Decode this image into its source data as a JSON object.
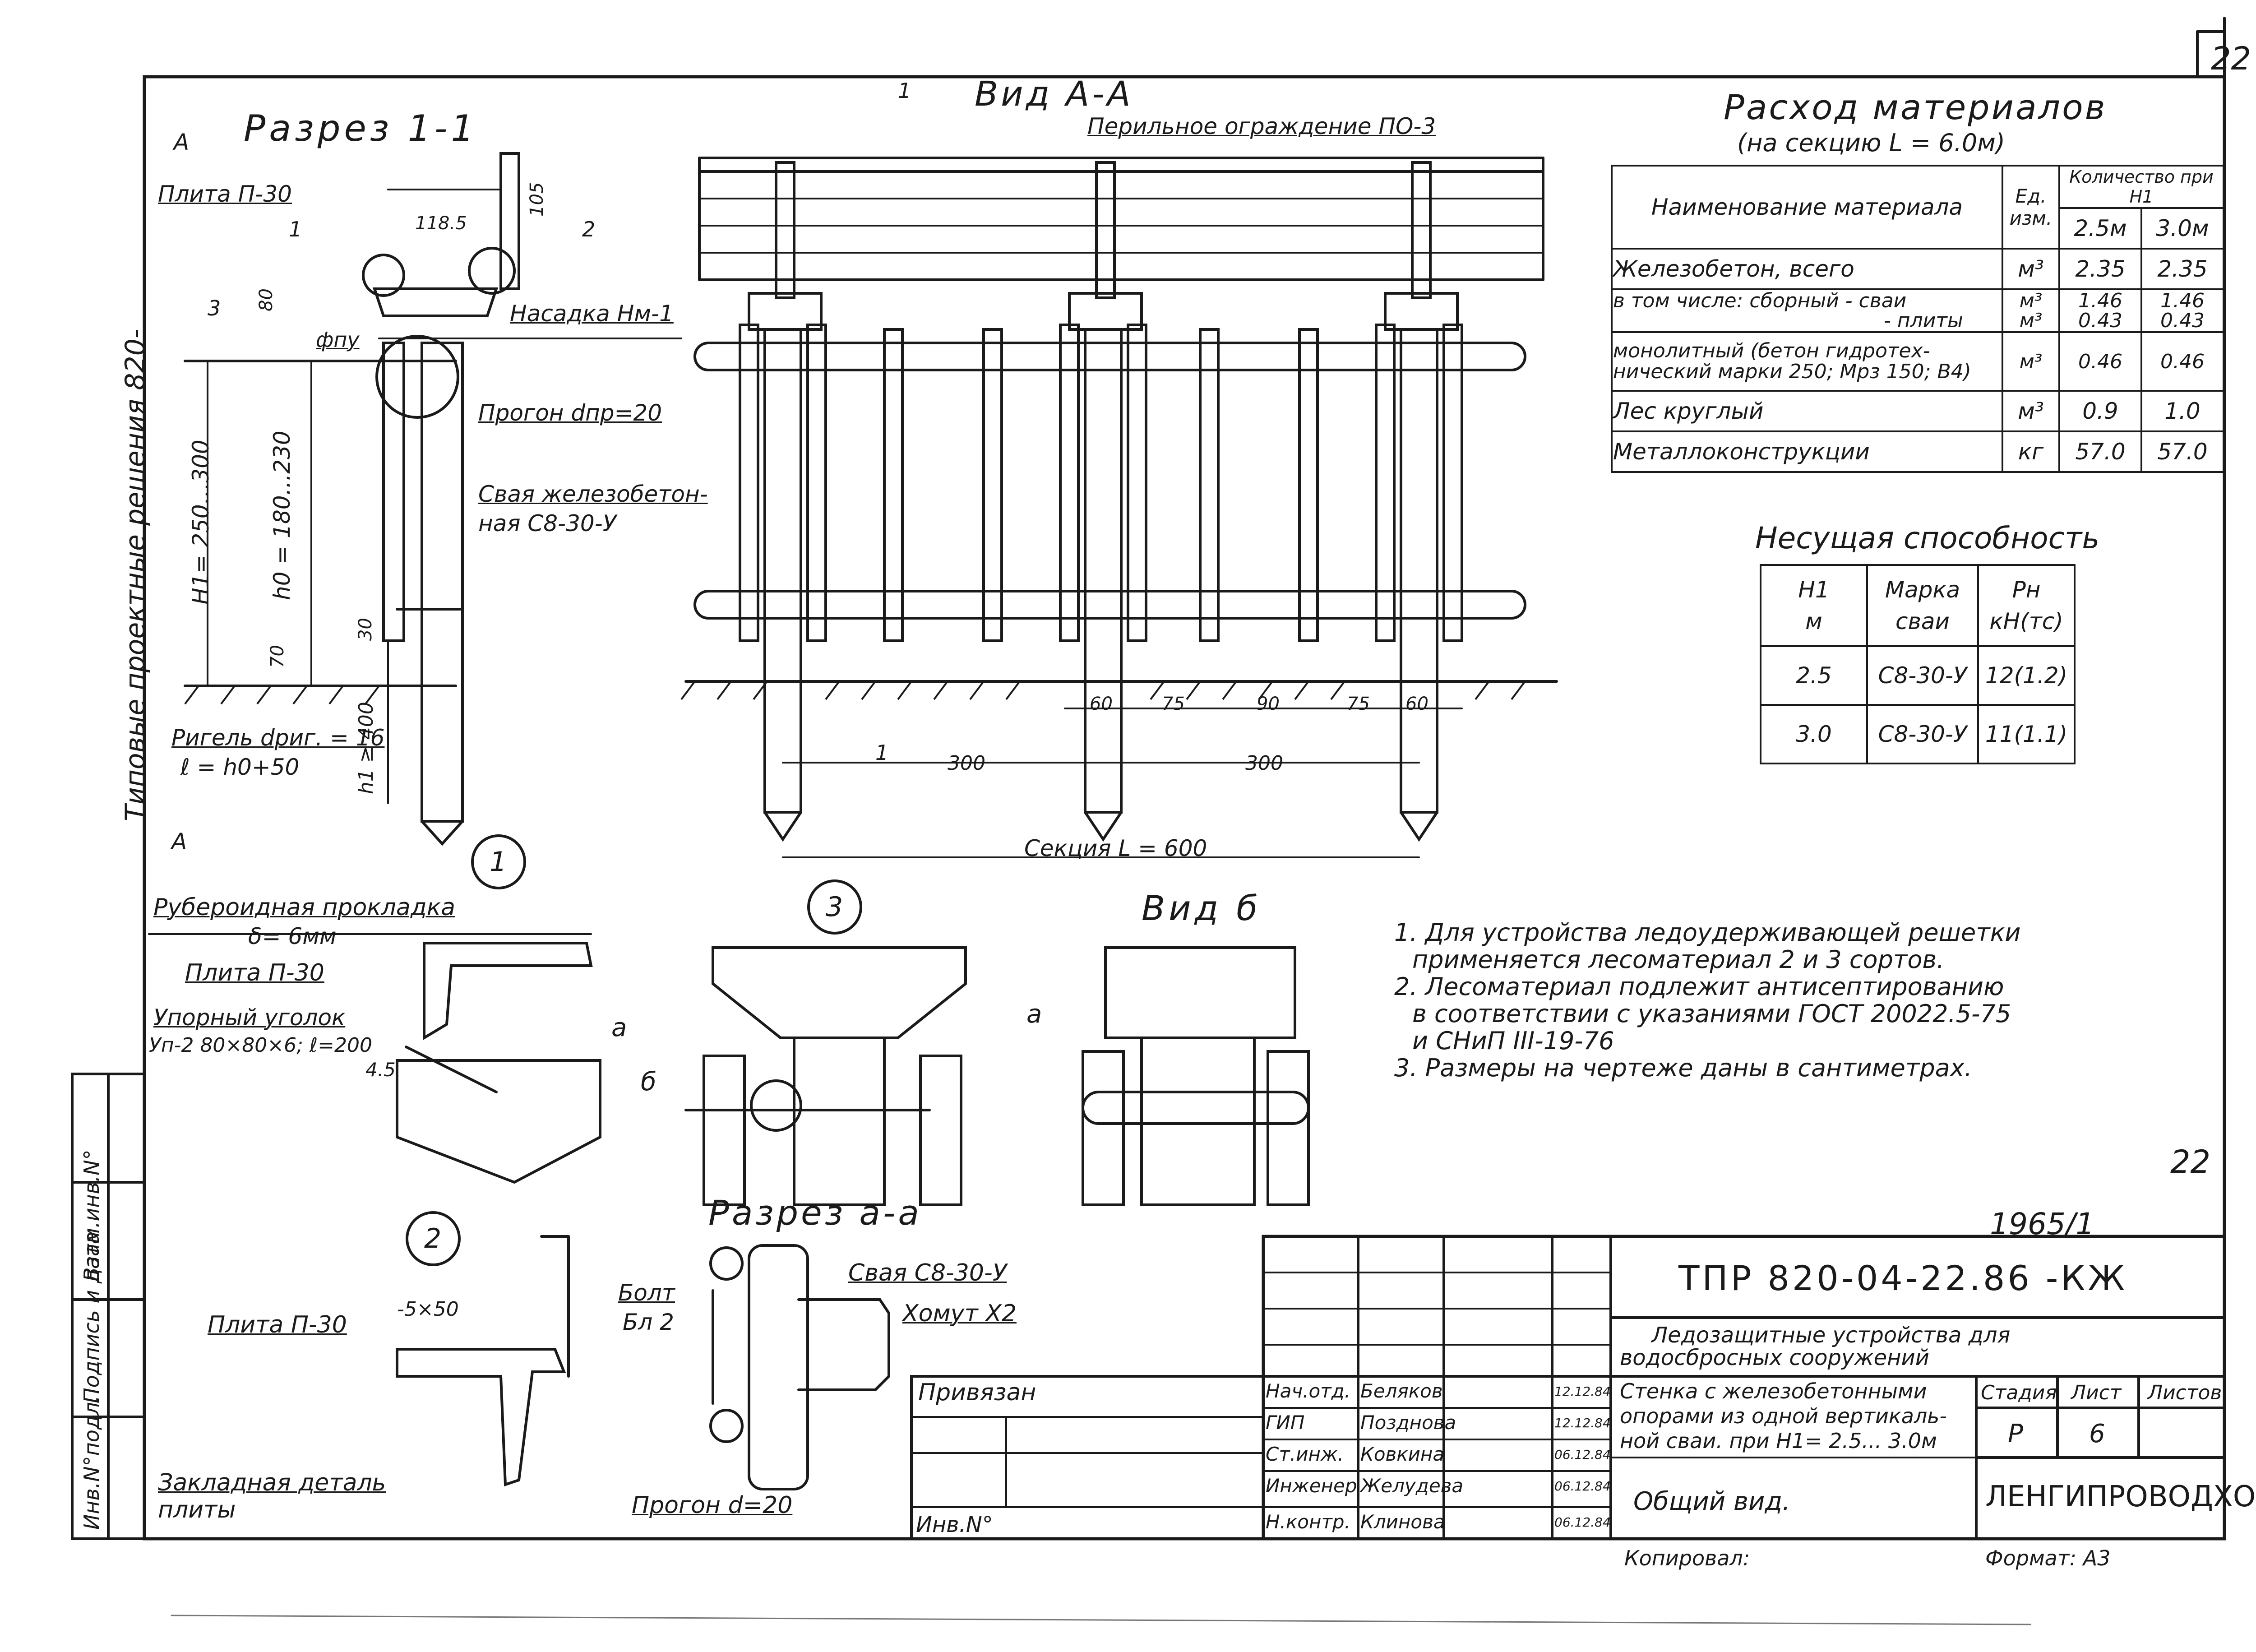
{
  "sheet_number_corner": "22",
  "sheet_number_mid": "22",
  "side_title": "Типовые проектные решения 820-",
  "side_columns": [
    "Инв.N°подл.",
    "Подпись и дата",
    "Взам.инв.N°"
  ],
  "section_1_1": {
    "title": "Разрез 1-1",
    "marker_a": "A",
    "dims": [
      "118.5",
      "105",
      "80",
      "300",
      "230",
      "70",
      "30",
      "400"
    ],
    "h1": "H1= 250...300",
    "h0": "h0 = 180...230",
    "h1_depth": "h1 ≥ 400",
    "num_1": "1",
    "num_2": "2",
    "num_3": "3",
    "labels": {
      "plate": "Плита П-30",
      "cap": "Насадка Нм-1",
      "phi": "фпу",
      "purlin": "Прогон dпр=20",
      "pile": "Свая железобетон-",
      "pile2": "ная С8-30-У",
      "crossbar": "Ригель dриг. = 16",
      "crossbar_len": "ℓ = h0+50"
    }
  },
  "view_aa": {
    "title": "Вид А-А",
    "railing": "Перильное ограждение ПО-3",
    "section_mark": "1",
    "dims": [
      "60",
      "75",
      "90",
      "75",
      "60"
    ],
    "spans": [
      "300",
      "300"
    ],
    "section_len": "Секция L = 600"
  },
  "materials": {
    "title": "Расход материалов",
    "subtitle": "(на секцию L = 6.0м)",
    "header": {
      "name": "Наименование материала",
      "unit": "Ед. изм.",
      "qty": "Количество при H1",
      "h25": "2.5м",
      "h30": "3.0м"
    },
    "rows": [
      {
        "name": "Железобетон, всего",
        "unit": "м³",
        "v1": "2.35",
        "v2": "2.35"
      },
      {
        "name": "в том числе: сборный - сваи",
        "name2": "- плиты",
        "unit": "м³",
        "unit2": "м³",
        "v1": "1.46",
        "v1b": "0.43",
        "v2": "1.46",
        "v2b": "0.43"
      },
      {
        "name": "монолитный (бетон гидротех-",
        "name2": "нический марки 250; Мрз 150; В4)",
        "unit": "м³",
        "v1": "0.46",
        "v2": "0.46"
      },
      {
        "name": "Лес круглый",
        "unit": "м³",
        "v1": "0.9",
        "v2": "1.0"
      },
      {
        "name": "Металлоконструкции",
        "unit": "кг",
        "v1": "57.0",
        "v2": "57.0"
      }
    ]
  },
  "capacity": {
    "title": "Несущая способность",
    "header": {
      "h": "H1",
      "h_unit": "м",
      "mark": "Марка",
      "mark2": "сваи",
      "p": "Pн",
      "p_unit": "кН(тс)"
    },
    "rows": [
      {
        "h": "2.5",
        "mark": "С8-30-У",
        "p": "12(1.2)"
      },
      {
        "h": "3.0",
        "mark": "С8-30-У",
        "p": "11(1.1)"
      }
    ]
  },
  "notes": [
    "1. Для устройства ледоудерживающей решетки",
    "применяется лесоматериал 2 и 3 сортов.",
    "2. Лесоматериал подлежит антисептированию",
    "в соответствии с указаниями ГОСТ 20022.5-75",
    "и СНиП III-19-76",
    "3. Размеры на чертеже даны в сантиметрах."
  ],
  "detail_1": {
    "num": "1",
    "label1": "Рубероидная прокладка",
    "label1b": "δ= 6мм",
    "label2": "Плита П-30",
    "label3": "Упорный уголок",
    "label3b": "Уп-2 80×80×6; ℓ=200",
    "dim": "4.5"
  },
  "detail_2": {
    "num": "2",
    "label1": "Плита П-30",
    "dim": "-5×50",
    "label2": "Закладная деталь",
    "label2b": "плиты"
  },
  "detail_3": {
    "num": "3",
    "mark_a": "а",
    "mark_b": "б"
  },
  "view_b": {
    "title": "Вид б",
    "mark_a": "а"
  },
  "section_aa": {
    "title": "Разрез а-а",
    "pile": "Свая С8-30-У",
    "clamp": "Хомут X2",
    "bolt": "Болт",
    "bolt2": "Бл 2",
    "purlin": "Прогон d=20"
  },
  "title_block": {
    "inventory_no": "1965/1",
    "doc_code": "ТПР 820-04-22.86 -КЖ",
    "project": "Ледозащитные устройства для",
    "project2": "водосбросных сооружений",
    "sheet_title": "Стенка с железобетонными",
    "sheet_title2": "опорами из одной вертикаль-",
    "sheet_title3": "ной сваи. при H1= 2.5... 3.0м",
    "drawing": "Общий вид.",
    "org": "ЛЕНГИПРОВОДХОЗ",
    "bound": "Привязан",
    "inv": "Инв.N°",
    "stage_h": "Стадия",
    "sheet_h": "Лист",
    "sheets_h": "Листов",
    "stage": "Р",
    "sheet": "6",
    "copied": "Копировал: ",
    "format": "Формат: А3",
    "signers": [
      {
        "role": "Нач.отд.",
        "name": "Беляков",
        "date": "12.12.84"
      },
      {
        "role": "ГИП",
        "name": "Позднова",
        "date": "12.12.84"
      },
      {
        "role": "Ст.инж.",
        "name": "Ковкина",
        "date": "06.12.84"
      },
      {
        "role": "Инженер",
        "name": "Желудева",
        "date": "06.12.84"
      },
      {
        "role": "Н.контр.",
        "name": "Клинова",
        "date": "06.12.84"
      }
    ]
  }
}
